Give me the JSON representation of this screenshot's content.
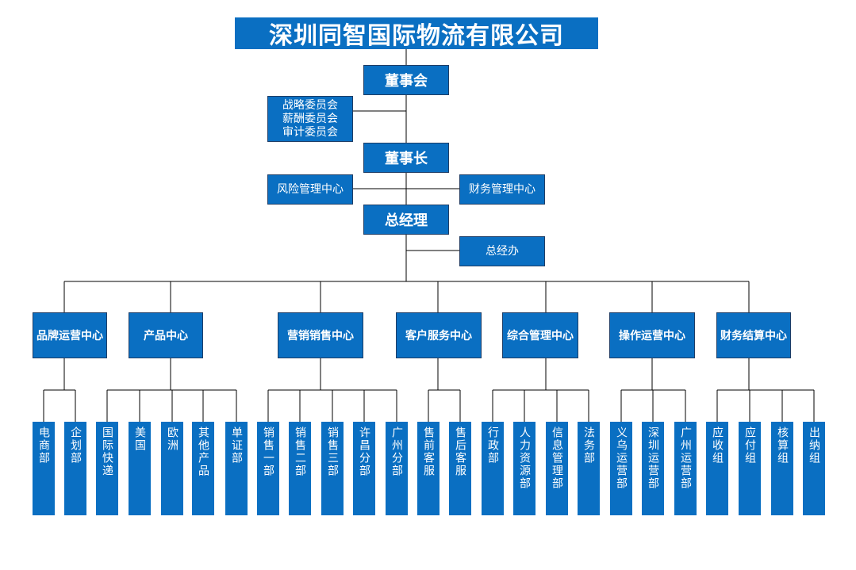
{
  "company": "深圳同智国际物流有限公司",
  "board": "董事会",
  "committees": [
    "战略委员会",
    "薪酬委员会",
    "审计委员会"
  ],
  "chairman": "董事长",
  "risk_center": "风险管理中心",
  "finance_center": "财务管理中心",
  "gm": "总经理",
  "gm_office": "总经办",
  "departments": [
    {
      "name": "品牌运营中心",
      "units": [
        "电商部",
        "企划部"
      ]
    },
    {
      "name": "产品中心",
      "units": [
        "国际快递",
        "美国",
        "欧洲",
        "其他产品",
        "单证部"
      ]
    },
    {
      "name": "营销销售中心",
      "units": [
        "销售一部",
        "销售二部",
        "销售三部",
        "许昌分部",
        "广州分部"
      ]
    },
    {
      "name": "客户服务中心",
      "units": [
        "售前客服",
        "售后客服"
      ]
    },
    {
      "name": "综合管理中心",
      "units": [
        "行政部",
        "人力资源部",
        "信息管理部",
        "法务部"
      ]
    },
    {
      "name": "操作运营中心",
      "units": [
        "义乌运营部",
        "深圳运营部",
        "广州运营部"
      ]
    },
    {
      "name": "财务结算中心",
      "units": [
        "应收组",
        "应付组",
        "核算组",
        "出纳组"
      ]
    }
  ],
  "colors": {
    "box": "#0a6fc2",
    "line": "#000000"
  }
}
